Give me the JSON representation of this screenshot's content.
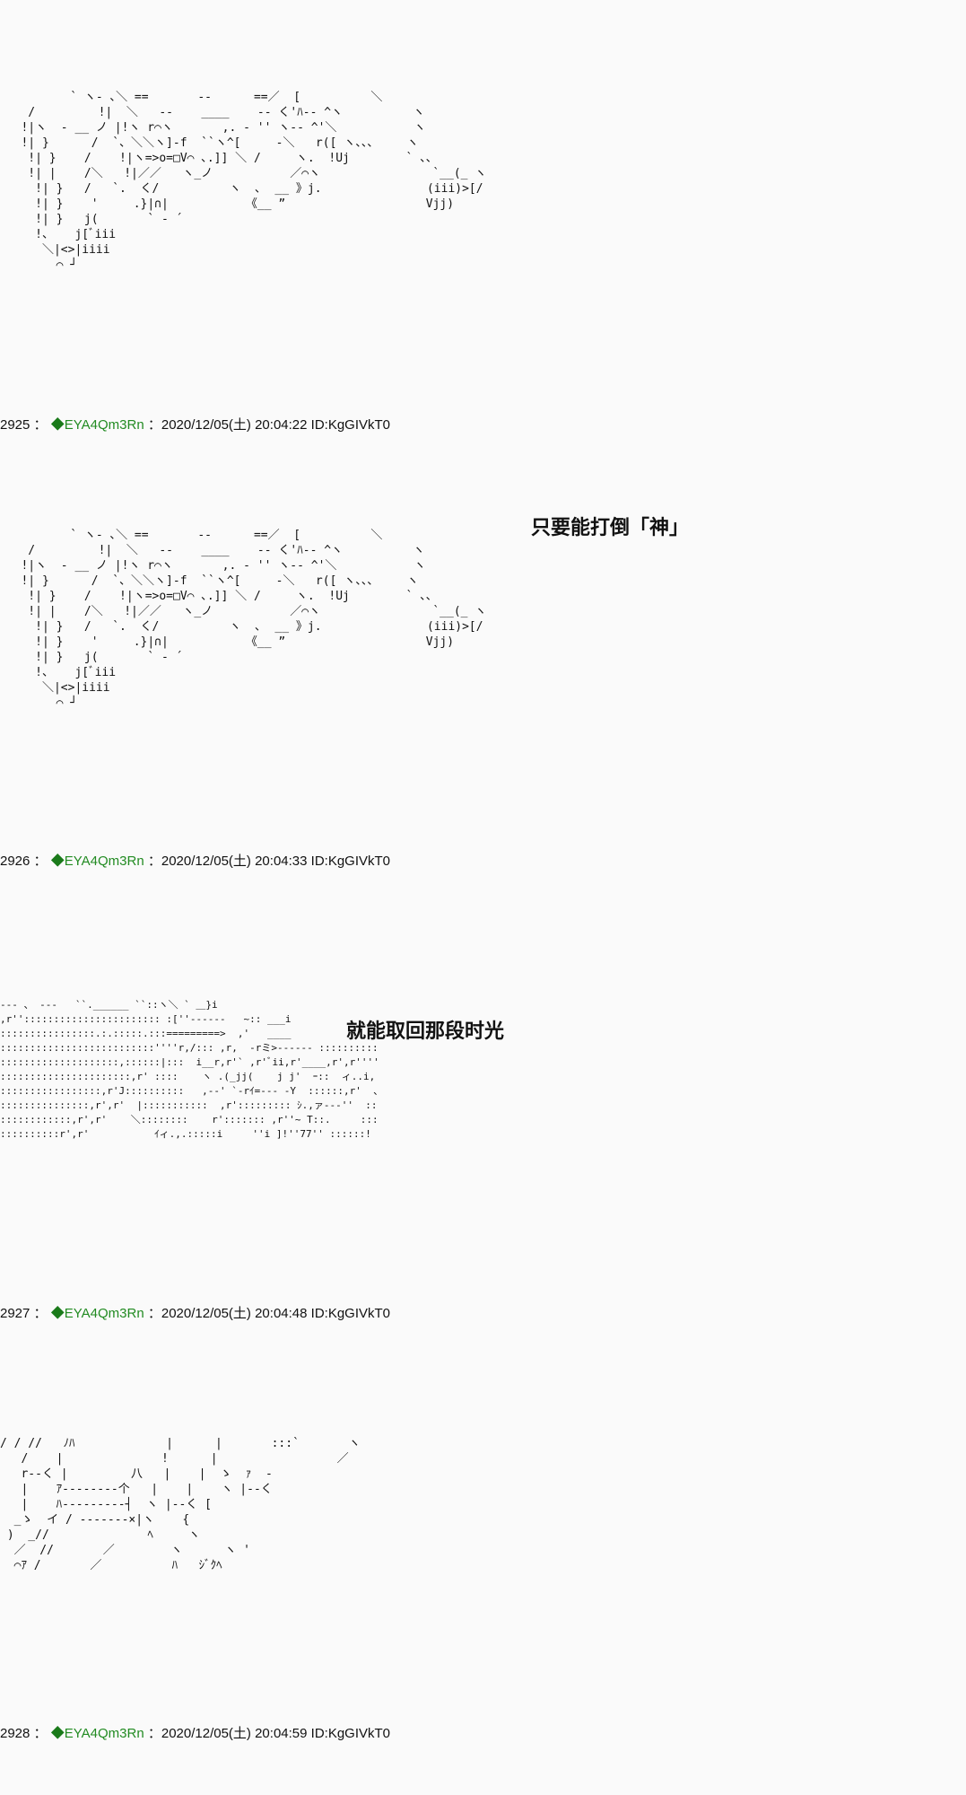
{
  "posts": [
    {
      "aa": "          ` ヽ- ､＼ ==       --      ==／  [          ＼\n    /         !|  ＼   --    ____    -- く'ﾊ-- ^ヽ          ヽ\n   !|ヽ  - __ ノ |!ヽ r⌒ヽ       ,. - '' ヽ-- ^'＼           ヽ\n   !| }      /  `、＼＼ヽ]-f  ``ヽ^[     -＼   r([ ヽ、、、    ヽ\n    !| }    /    !|ヽ=>o=□V⌒ ､.]] ＼ /     ヽ.  !Uj        ` 、、\n    !| |    /＼   !|／／   ヽ_ノ           ／⌒ヽ                `__(_ ヽ\n     !| }   /   `.  く/          ヽ  ､  __ 》j.               (iii)>[/\n     !| }    '     .}|∩|           《__ ”                    Vjj)\n     !| }   j(       ` ‐ ´\n     !、   j[ﾞiii\n      ＼|<>|iiii\n        ⌒ ┘"
    },
    {
      "header": {
        "num": "2925",
        "sep": "：",
        "diamond": "◆",
        "trip": "EYA4Qm3Rn",
        "date": "：2020/12/05(土) 20:04:22",
        "id": "ID:KgGIVkT0"
      },
      "aa": "          ` ヽ- ､＼ ==       --      ==／  [          ＼\n    /         !|  ＼   --    ____    -- く'ﾊ-- ^ヽ          ヽ\n   !|ヽ  - __ ノ |!ヽ r⌒ヽ       ,. - '' ヽ-- ^'＼           ヽ\n   !| }      /  `、＼＼ヽ]-f  ``ヽ^[     -＼   r([ ヽ、、、    ヽ\n    !| }    /    !|ヽ=>o=□V⌒ ､.]] ＼ /     ヽ.  !Uj        ` 、、\n    !| |    /＼   !|／／   ヽ_ノ           ／⌒ヽ                `__(_ ヽ\n     !| }   /   `.  く/          ヽ  ､  __ 》j.               (iii)>[/\n     !| }    '     .}|∩|           《__ ”                    Vjj)\n     !| }   j(       ` ‐ ´\n     !、   j[ﾞiii\n      ＼|<>|iiii\n        ⌒ ┘",
      "caption": "只要能打倒「神」"
    },
    {
      "header": {
        "num": "2926",
        "sep": "：",
        "diamond": "◆",
        "trip": "EYA4Qm3Rn",
        "date": "：2020/12/05(土) 20:04:33",
        "id": "ID:KgGIVkT0"
      },
      "aa": "--- 、 ---   ``.______ ``::ヽ＼ ` ＿}i\n,r''::::::::::::::::::::::: :[''------   ~:: ___i\n::::::::::::::::.:.:::::.:::=========>  ,'   ____\n::::::::::::::::::::::::::''''r,/::: ,r,  -rミ>------ ::::::::::\n::::::::::::::::::::,::::::|:::  i__r,r'` ,r'ﾞii,r'____,r',r'''''::::::::\n::::::::::::::::::::::,r' ::::    ヽ .(_jj(    j j'  ｰ::  ィ..i,.__.r〉‐ 〉\n:::::::::::::::::,r'J::::::::::   ,--' `-rｲ=--- -Y  ::::::,r'  、rY:-jr, .\n:::::::::::::::,r',r'  |:::::::::::  ,r'::::::::: ｼ.,ァ---''  ::::::j  く:ｽソ ` :,r'\n::::::::::::,r',r'    ＼::::::::    r'::::::: ,r''~ T::.     ::::  i\n::::::::::r',r'           ｲィ.,.:::::i     ''i ]!''77'' ::::::!",
      "caption": "就能取回那段时光"
    },
    {
      "header": {
        "num": "2927",
        "sep": "：",
        "diamond": "◆",
        "trip": "EYA4Qm3Rn",
        "date": "：2020/12/05(土) 20:04:48",
        "id": "ID:KgGIVkT0"
      },
      "aa": "/ / //   ﾉﾊ             |      |       :::`       ヽ\n   /    |              !      |                 ／\n   r--く |         八   |    |  ゝ  ｧ  -\n   |    ｱ--------个   |    |    ヽ |--く\n   |    ﾊ---------┤  ヽ |--く [\n  _ゝ  イ / -------×|ヽ    {\n )  _//              ﾍ     ヽ\n  ／  //       ／        ヽ      ヽ ' \n  ⌒ｱ /       ／          ﾊ   ｼﾞｸﾍ"
    },
    {
      "header": {
        "num": "2928",
        "sep": "：",
        "diamond": "◆",
        "trip": "EYA4Qm3Rn",
        "date": "：2020/12/05(土) 20:04:59",
        "id": "ID:KgGIVkT0"
      }
    }
  ]
}
